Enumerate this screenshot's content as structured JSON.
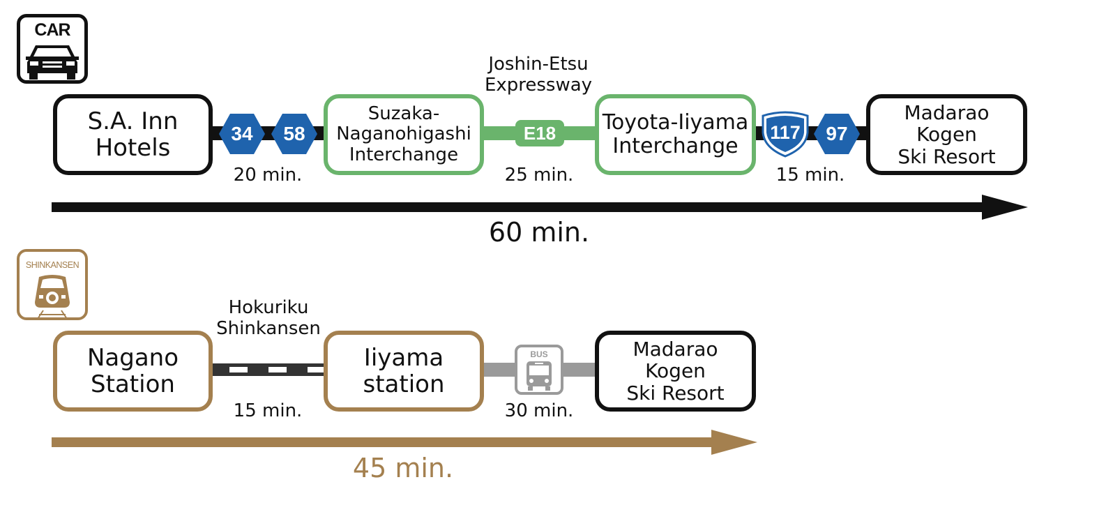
{
  "colors": {
    "black": "#111111",
    "expressway_green": "#6ab46c",
    "route_blue": "#1f63ad",
    "shinkansen_brown": "#a4804f",
    "bus_gray": "#9a9a9a"
  },
  "car": {
    "icon_label": "CAR",
    "icon": "car-icon",
    "start": "S.A. Inn\nHotels",
    "interchange_1": "Suzaka-\nNaganohigashi\nInterchange",
    "expressway_name": "Joshin-Etsu\nExpressway",
    "expressway_badge": "E18",
    "interchange_2": "Toyota-Iiyama\nInterchange",
    "destination": "Madarao\nKogen\nSki Resort",
    "route_badges_1": [
      "34",
      "58"
    ],
    "route_badges_2": [
      "117",
      "97"
    ],
    "time_1": "20 min.",
    "time_2": "25 min.",
    "time_3": "15 min.",
    "total": "60 min."
  },
  "shinkansen": {
    "icon_label": "SHINKANSEN",
    "icon": "shinkansen-train-icon",
    "start": "Nagano\nStation",
    "line_name": "Hokuriku\nShinkansen",
    "transfer": "Iiyama\nstation",
    "bus_label": "BUS",
    "bus_icon": "bus-icon",
    "destination": "Madarao\nKogen\nSki Resort",
    "time_1": "15 min.",
    "time_2": "30 min.",
    "total": "45 min."
  }
}
